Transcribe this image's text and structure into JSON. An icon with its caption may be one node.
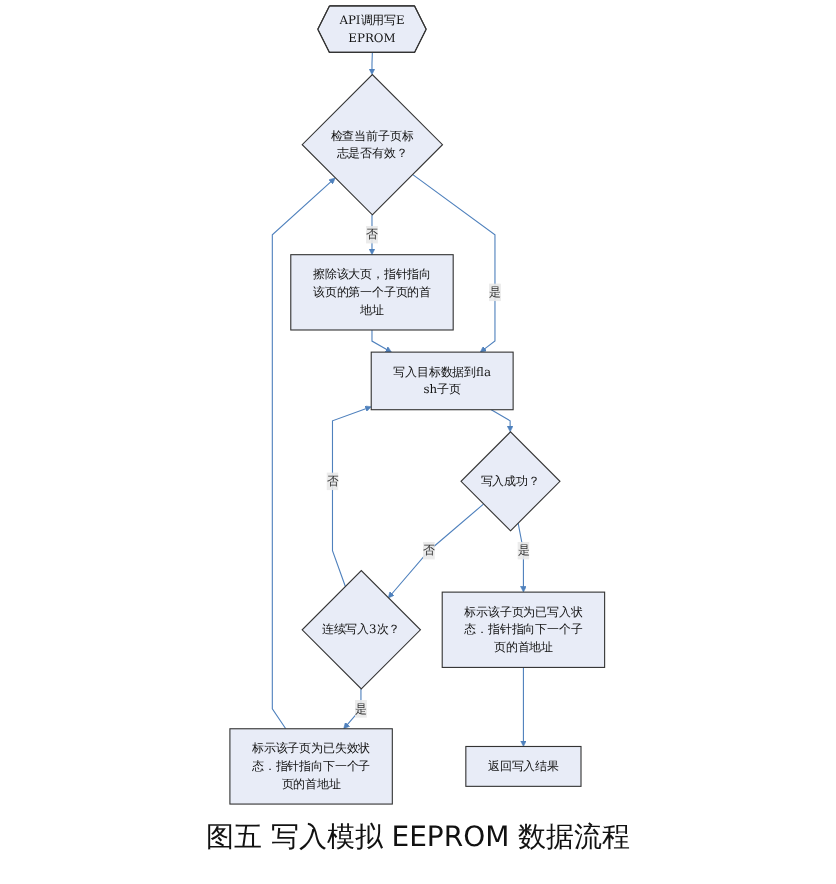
{
  "diagram": {
    "caption": "图五 写入模拟 EEPROM 数据流程",
    "nodes": [
      {
        "text": [
          "API调用写EEPROM"
        ]
      },
      {
        "text": [
          "检查当前子页标志是否有效？"
        ]
      },
      {
        "text": [
          "擦除该大页，指针指向该页的第一个子页的首地址"
        ]
      },
      {
        "text": [
          "写入目标数据到flash子页"
        ]
      },
      {
        "text": [
          "写入成功？"
        ]
      },
      {
        "text": [
          "连续写入3次？"
        ]
      },
      {
        "text": [
          "标示该子页为已写入状态．指针指向下一个子页的首地址"
        ]
      },
      {
        "text": [
          "标示该子页为已失效状态．指针指向下一个子页的首地址"
        ]
      },
      {
        "text": [
          "返回写入结果"
        ]
      }
    ],
    "edges": [
      {
        "from": 0,
        "to": 1,
        "arrow": "to"
      },
      {
        "from": 1,
        "to": 2,
        "arrow": "to",
        "label": "否"
      },
      {
        "from": 1,
        "to": 3,
        "arrow": "to",
        "label": "是"
      },
      {
        "from": 2,
        "to": 3,
        "arrow": "to"
      },
      {
        "from": 5,
        "to": 3,
        "arrow": "to",
        "label": "否"
      },
      {
        "from": 3,
        "to": 4,
        "arrow": "to"
      },
      {
        "from": 4,
        "to": 5,
        "arrow": "to",
        "label": "否"
      },
      {
        "from": 4,
        "to": 6,
        "arrow": "to",
        "label": "是"
      },
      {
        "from": 5,
        "to": 7,
        "arrow": "to",
        "label": "是"
      },
      {
        "from": 6,
        "to": 8,
        "arrow": "to"
      },
      {
        "from": 7,
        "to": 1,
        "arrow": "to"
      }
    ]
  }
}
